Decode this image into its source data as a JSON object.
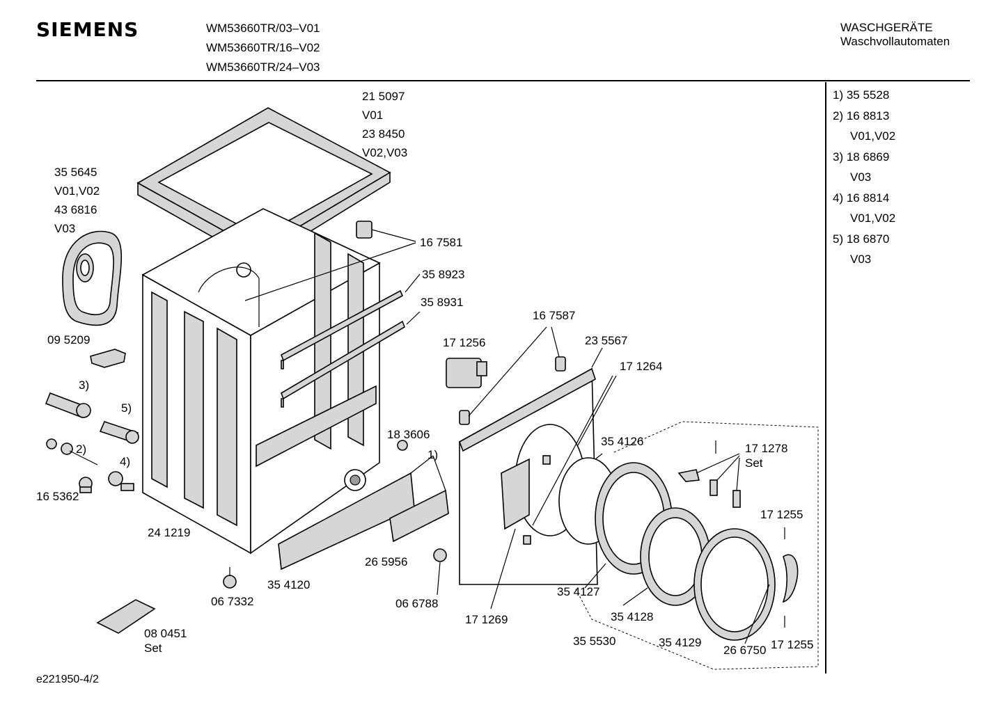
{
  "header": {
    "brand": "SIEMENS",
    "models": [
      "WM53660TR/03–V01",
      "WM53660TR/16–V02",
      "WM53660TR/24–V03"
    ],
    "category": "WASCHGERÄTE",
    "subcategory": "Waschvollautomaten"
  },
  "notes": [
    "1) 35 5528",
    "2) 16 8813",
    "V01,V02",
    "3) 18 6869",
    "V03",
    "4) 16 8814",
    "V01,V02",
    "5) 18 6870",
    "V03"
  ],
  "labels": {
    "top_cover": [
      "21 5097",
      "V01",
      "23 8450",
      "V02,V03"
    ],
    "rear_panel": [
      "35 5645",
      "V01,V02",
      "43 6816",
      "V03"
    ],
    "p095209": "09 5209",
    "m3": "3)",
    "m5": "5)",
    "m2": "2)",
    "m4": "4)",
    "p165362": "16 5362",
    "p241219": "24 1219",
    "p167581": "16 7581",
    "p358923": "35 8923",
    "p358931": "35 8931",
    "p171256": "17 1256",
    "p167587": "16 7587",
    "p235567": "23 5567",
    "p171264": "17 1264",
    "p183606": "18 3606",
    "m1": "1)",
    "p354126": "35 4126",
    "p171278": [
      "17 1278",
      "Set"
    ],
    "p1712551": "17 1255",
    "p265956": "26 5956",
    "p354120": "35  4120",
    "p067332": "06 7332",
    "p066788": "06 6788",
    "p171269": "17 1269",
    "p354127": "35 4127",
    "p354128": "35  4128",
    "p355530": "35 5530",
    "p354129": "35 4129",
    "p266750": "26 6750",
    "p1712552": "17 1255",
    "p080451": [
      "08 0451",
      "Set"
    ]
  },
  "footer": {
    "doc_id": "e221950-4/2"
  }
}
